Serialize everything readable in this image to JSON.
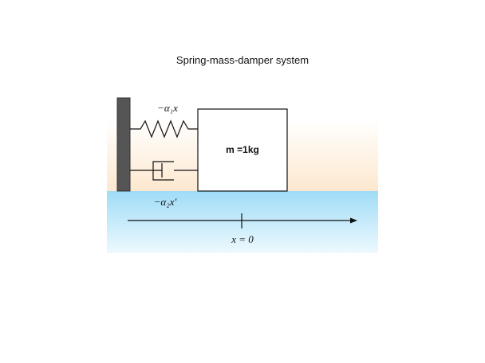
{
  "title": "Spring-mass-damper system",
  "mass_label": "m =1kg",
  "spring_force_label": "−α₁x",
  "damper_force_label": "−α₂x′",
  "origin_label": "x = 0",
  "colors": {
    "wall": "#555555",
    "floor_top": "#9fdcf7",
    "floor_bottom": "#e8f7fd",
    "sky_top": "#ffffff",
    "sky_bottom": "#fde8cf",
    "line": "#111111"
  }
}
